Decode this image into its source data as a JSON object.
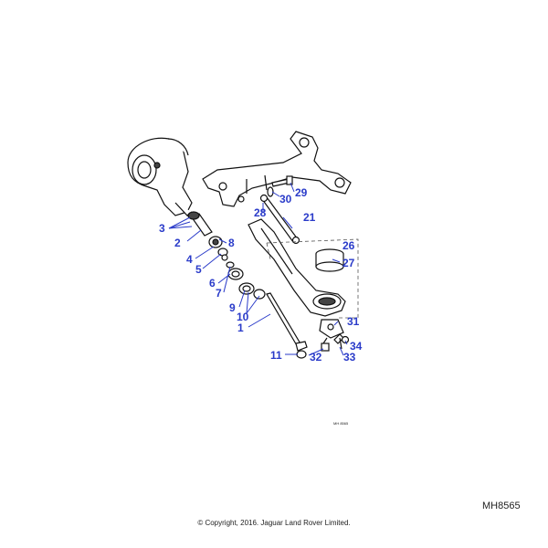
{
  "diagram": {
    "callouts": [
      {
        "id": "c3",
        "text": "3"
      },
      {
        "id": "c2",
        "text": "2"
      },
      {
        "id": "c8",
        "text": "8"
      },
      {
        "id": "c4",
        "text": "4"
      },
      {
        "id": "c5",
        "text": "5"
      },
      {
        "id": "c6",
        "text": "6"
      },
      {
        "id": "c7",
        "text": "7"
      },
      {
        "id": "c9",
        "text": "9"
      },
      {
        "id": "c10",
        "text": "10"
      },
      {
        "id": "c1",
        "text": "1"
      },
      {
        "id": "c11",
        "text": "11"
      },
      {
        "id": "c32",
        "text": "32"
      },
      {
        "id": "c33",
        "text": "33"
      },
      {
        "id": "c34",
        "text": "34"
      },
      {
        "id": "c31",
        "text": "31"
      },
      {
        "id": "c26",
        "text": "26"
      },
      {
        "id": "c27",
        "text": "27"
      },
      {
        "id": "c21",
        "text": "21"
      },
      {
        "id": "c28",
        "text": "28"
      },
      {
        "id": "c30",
        "text": "30"
      },
      {
        "id": "c29",
        "text": "29"
      }
    ],
    "inline_code": "MH 8565"
  },
  "footer": {
    "reference": "MH8565",
    "copyright": "© Copyright, 2016. Jaguar Land Rover Limited."
  }
}
